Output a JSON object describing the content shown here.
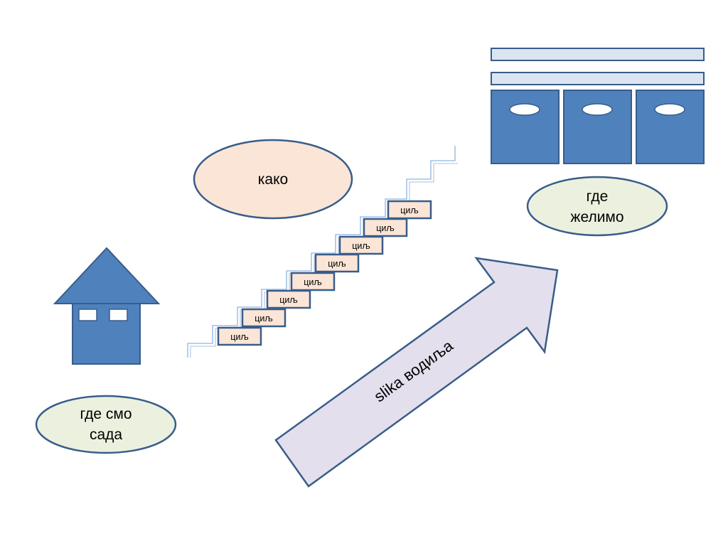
{
  "labels": {
    "current": [
      "где смо",
      "сада"
    ],
    "how": "како",
    "target": [
      "где",
      "желимо"
    ],
    "arrow": "slika водиља",
    "step": "циљ"
  },
  "steps": [
    "циљ",
    "циљ",
    "циљ",
    "циљ",
    "циљ",
    "циљ",
    "циљ",
    "циљ"
  ],
  "colors": {
    "blue": "#4f81bd",
    "blue_stroke": "#385d8a",
    "peach": "#fbe5d6",
    "green_fill": "#ebf1de",
    "lilac": "#e4dfec",
    "light_blue": "#dbe5f1",
    "stair_line": "#8eb4e3"
  }
}
